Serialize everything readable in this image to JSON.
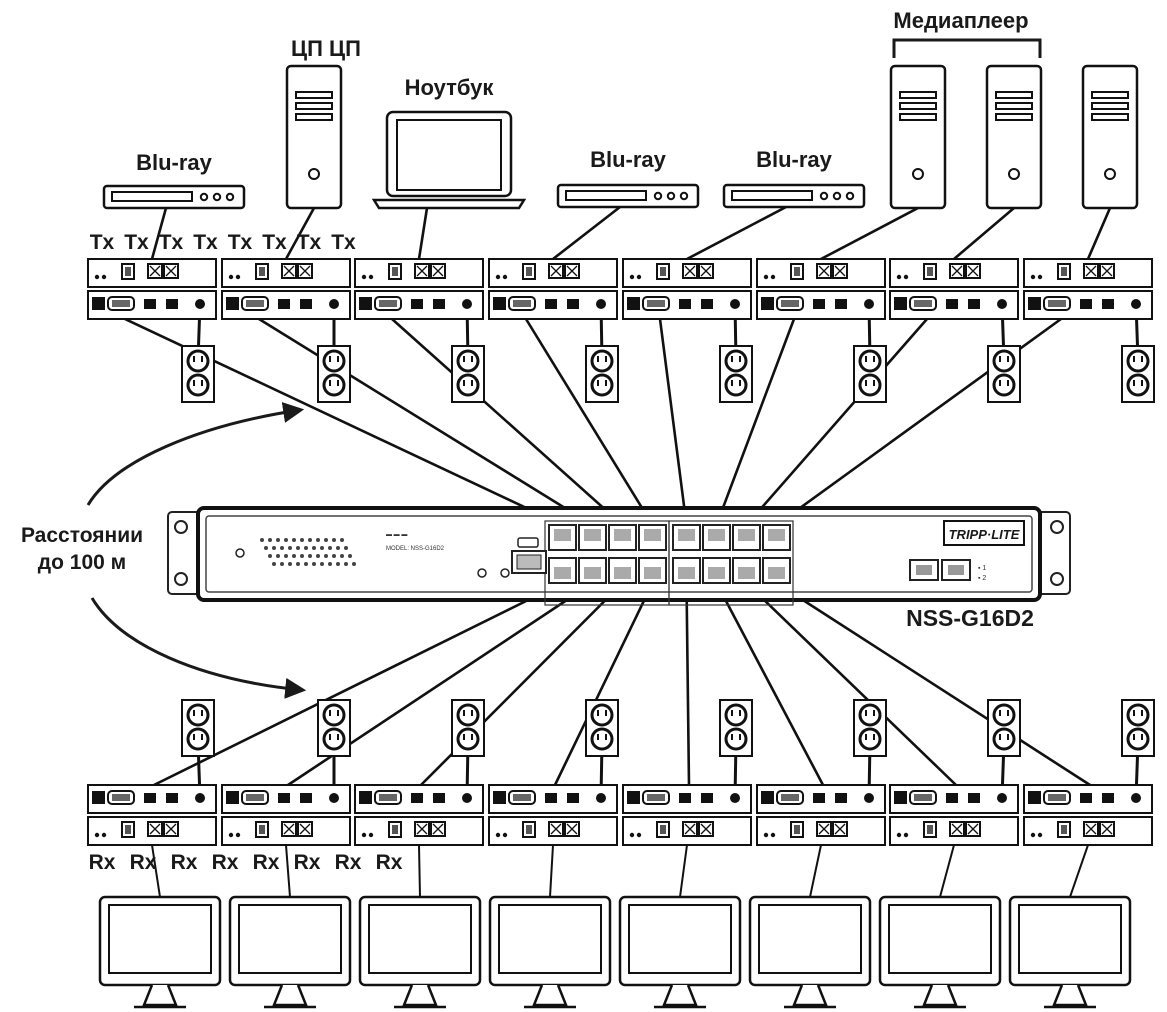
{
  "labels": {
    "cpu": "ЦП ЦП",
    "laptop": "Ноутбук",
    "bluray_left": "Blu-ray",
    "bluray_mid": "Blu-ray",
    "bluray_right": "Blu-ray",
    "media_player": "Медиаплеер",
    "distance_line1": "Расстоянии",
    "distance_line2": "до 100 м",
    "switch_model": "NSS-G16D2",
    "brand": "TRIPP·LITE"
  },
  "tx_labels": [
    "Tx",
    "Tx",
    "Tx",
    "Tx",
    "Tx",
    "Tx",
    "Tx",
    "Tx"
  ],
  "rx_labels": [
    "Rx",
    "Rx",
    "Rx",
    "Rx",
    "Rx",
    "Rx",
    "Rx",
    "Rx"
  ],
  "source_devices": [
    {
      "icon": "bluray-player-icon"
    },
    {
      "icon": "tower-pc-icon"
    },
    {
      "icon": "laptop-icon"
    },
    {
      "icon": "bluray-player-icon"
    },
    {
      "icon": "bluray-player-icon"
    },
    {
      "icon": "tower-pc-icon"
    },
    {
      "icon": "tower-pc-icon"
    },
    {
      "icon": "tower-pc-icon"
    }
  ],
  "display_icon": "monitor-icon"
}
